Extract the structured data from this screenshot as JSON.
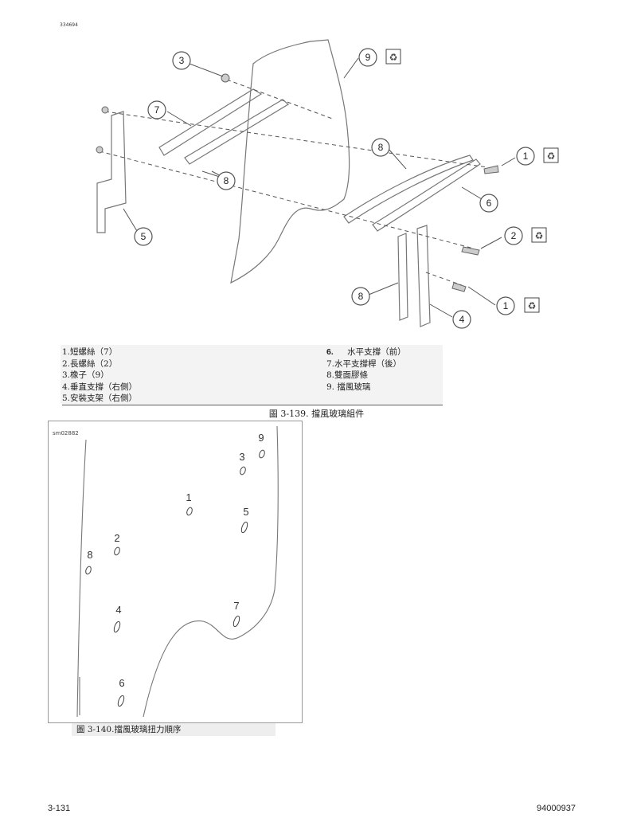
{
  "figure_139": {
    "diagram_id": "334694",
    "callouts": [
      "1",
      "2",
      "3",
      "4",
      "5",
      "6",
      "7",
      "8",
      "9"
    ],
    "legend_left": [
      "1.短螺絲（7）",
      "2.長螺絲（2）",
      "3.橡子（9）",
      "4.垂直支撐（右側）",
      "5.安裝支架（右側）"
    ],
    "legend_right_num": "6.",
    "legend_right_first": "水平支撐（前）",
    "legend_right": [
      "7.水平支撐桿（後）",
      "8.雙面膠條",
      "9. 擋風玻璃"
    ],
    "caption": "圖 3-139. 擋風玻璃組件"
  },
  "figure_140": {
    "diagram_id": "sm02882",
    "sequence": [
      "1",
      "2",
      "3",
      "4",
      "5",
      "6",
      "7",
      "8",
      "9"
    ],
    "caption": "圖 3-140.擋風玻璃扭力順序"
  },
  "footer": {
    "page": "3-131",
    "doc_number": "94000937"
  }
}
